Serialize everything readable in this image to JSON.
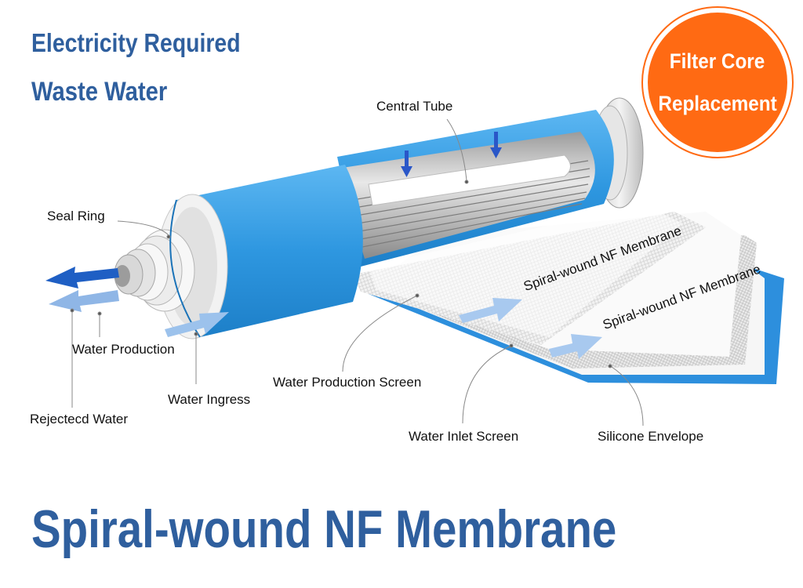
{
  "header": {
    "line1": "Electricity Required",
    "line2": "Waste Water"
  },
  "badge": {
    "line1": "Filter Core",
    "line2": "Replacement"
  },
  "labels": {
    "central_tube": "Central Tube",
    "seal_ring": "Seal Ring",
    "water_production": "Water Production",
    "water_ingress": "Water Ingress",
    "rejected_water": "Rejectecd Water",
    "water_production_screen": "Water Production Screen",
    "water_inlet_screen": "Water Inlet Screen",
    "silicone_envelope": "Silicone Envelope",
    "membrane_1": "Spiral-wound NF Membrane",
    "membrane_2": "Spiral-wound NF Membrane"
  },
  "title": "Spiral-wound NF Membrane",
  "colors": {
    "heading": "#2f5f9e",
    "badge": "#ff6a13",
    "cylinder": "#2e97e0",
    "arrow_dark": "#1f5fc4",
    "arrow_light": "#8fb6e6"
  }
}
